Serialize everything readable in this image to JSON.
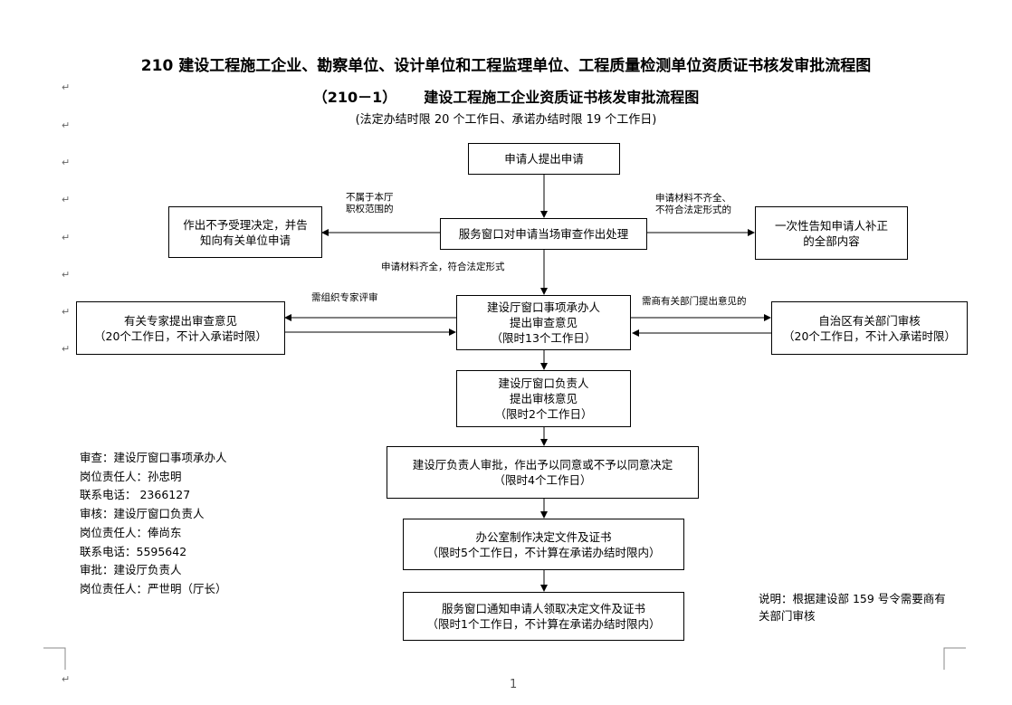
{
  "title": "210  建设工程施工企业、勘察单位、设计单位和工程监理单位、工程质量检测单位资质证书核发审批流程图",
  "subtitle_code": "（210－1）",
  "subtitle_text": "建设工程施工企业资质证书核发审批流程图",
  "time_limit_note": "(法定办结时限 20 个工作日、承诺办结时限 19 个工作日)",
  "boxes": {
    "apply": "申请人提出申请",
    "not_accept": "作出不予受理决定，并告\n知向有关单位申请",
    "service_review": "服务窗口对申请当场审查作出处理",
    "notify_supplement": "一次性告知申请人补正\n的全部内容",
    "expert_review": "有关专家提出审查意见\n（20个工作日，不计入承诺时限）",
    "handler_opinion": "建设厅窗口事项承办人\n提出审查意见\n（限时13个工作日）",
    "region_review": "自治区有关部门审核\n（20个工作日，不计入承诺时限）",
    "head_opinion": "建设厅窗口负责人\n提出审核意见\n（限时2个工作日）",
    "director_approval": "建设厅负责人审批，作出予以同意或不予以同意决定\n（限时4个工作日）",
    "office_make": "办公室制作决定文件及证书\n（限时5个工作日，不计算在承诺办结时限内）",
    "service_notify": "服务窗口通知申请人领取决定文件及证书\n（限时1个工作日，不计算在承诺办结时限内）"
  },
  "labels": {
    "out_of_scope": "不属于本厅\n职权范围的",
    "incomplete": "申请材料不齐全、\n不符合法定形式的",
    "complete": "申请材料齐全，符合法定形式",
    "need_expert": "需组织专家评审",
    "need_dept": "需商有关部门提出意见的"
  },
  "contacts": [
    "审查：建设厅窗口事项承办人",
    "岗位责任人：孙忠明",
    "联系电话： 2366127",
    "审核：建设厅窗口负责人",
    "岗位责任人：俸尚东",
    "联系电话：5595642",
    "审批：建设厅负责人",
    "岗位责任人：严世明（厅长）"
  ],
  "explanation": "说明：根据建设部 159 号令需要商有关部门审核",
  "page_number": "1",
  "paragraph_mark": "↵"
}
